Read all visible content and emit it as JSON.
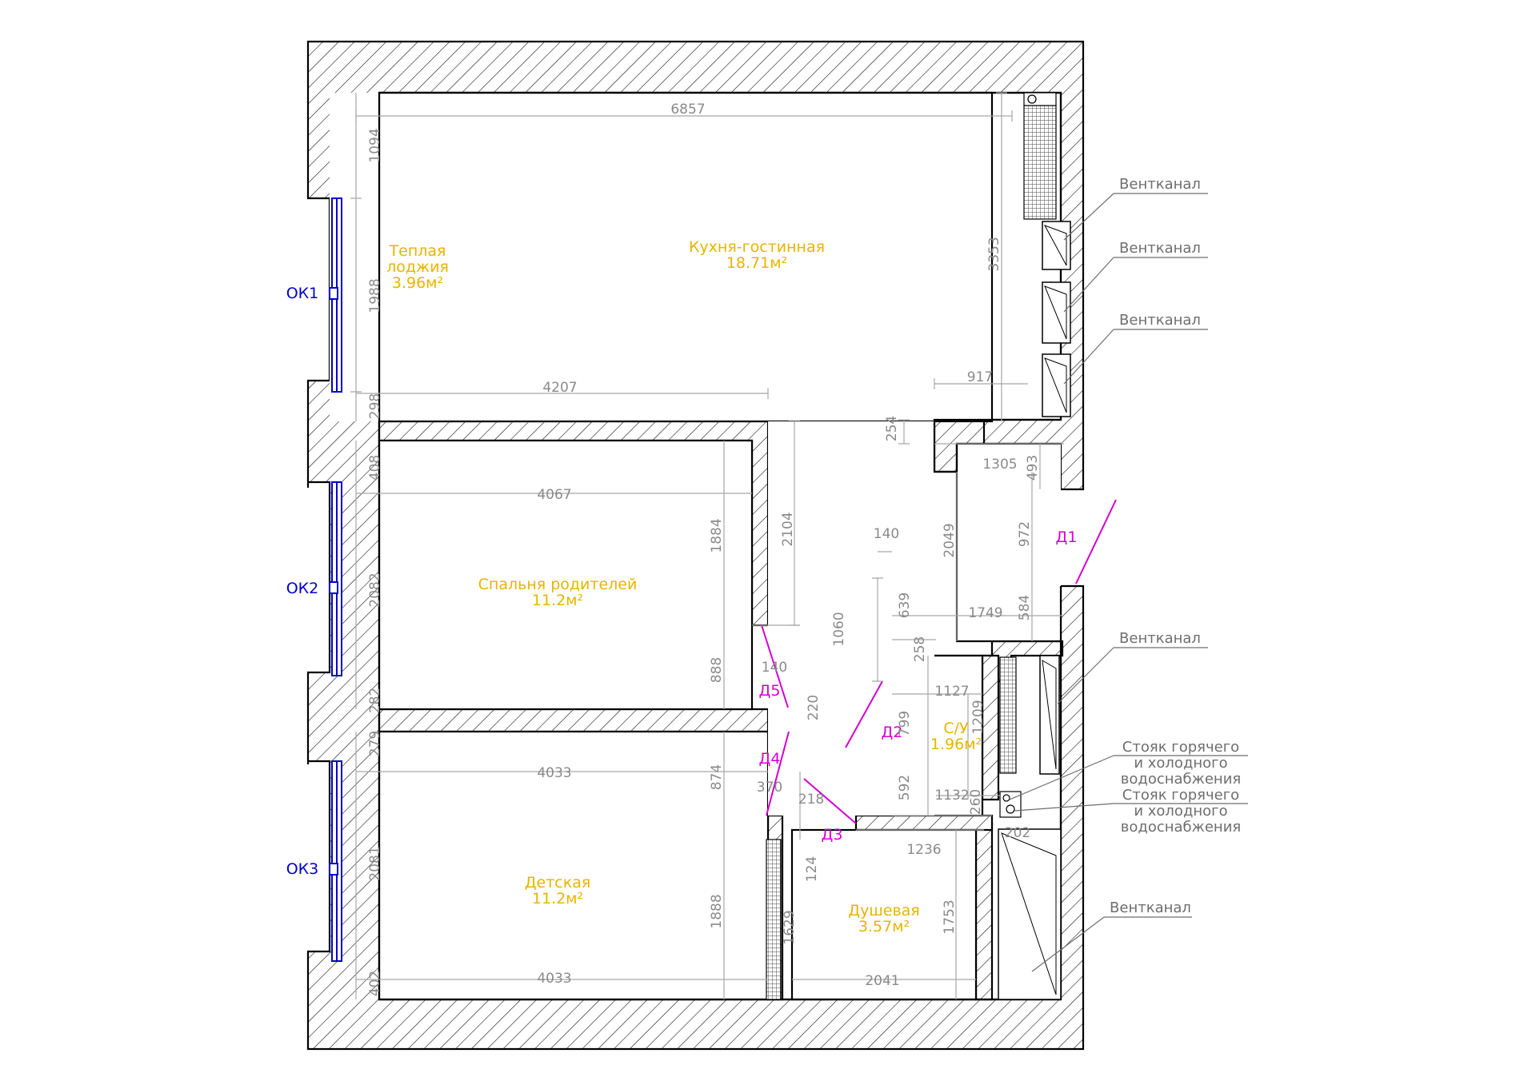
{
  "rooms": [
    {
      "name": "Теплая\nлоджия",
      "area": "3.96м²"
    },
    {
      "name": "Кухня-гостинная",
      "area": "18.71м²"
    },
    {
      "name": "Спальня родителей",
      "area": "11.2м²"
    },
    {
      "name": "Детская",
      "area": "11.2м²"
    },
    {
      "name": "С/У",
      "area": "1.96м²"
    },
    {
      "name": "Душевая",
      "area": "3.57м²"
    }
  ],
  "windows": [
    "ОК1",
    "ОК2",
    "ОК3"
  ],
  "doors": [
    "Д1",
    "Д2",
    "Д3",
    "Д4",
    "Д5"
  ],
  "callouts": {
    "vent": "Вентканал",
    "riser": "Стояк горячего\nи холодного\nводоснабжения"
  },
  "dimensions": {
    "d6857": "6857",
    "d1094": "1094",
    "d1988": "1988",
    "d298": "298",
    "d4207": "4207",
    "d3353": "3353",
    "d917": "917",
    "d254": "254",
    "d1305": "1305",
    "d493": "493",
    "d408": "408",
    "d4067": "4067",
    "d1884": "1884",
    "d2104": "2104",
    "d2082": "2082",
    "d282": "282",
    "d140a": "140",
    "d888": "888",
    "d220": "220",
    "d2049": "2049",
    "d972": "972",
    "d140b": "140",
    "d1060": "1060",
    "d639": "639",
    "d1749": "1749",
    "d584": "584",
    "d258": "258",
    "d1127": "1127",
    "d799": "799",
    "d1209": "1209",
    "d279": "279",
    "d4033a": "4033",
    "d874": "874",
    "d370": "370",
    "d218": "218",
    "d592": "592",
    "d1132": "1132",
    "d260": "260",
    "d202": "202",
    "d2081": "2081",
    "d124": "124",
    "d1236": "1236",
    "d1888": "1888",
    "d1629": "1629",
    "d1753": "1753",
    "d402": "402",
    "d4033b": "4033",
    "d2041": "2041"
  },
  "colors": {
    "room_label": "#e8b400",
    "door_label": "#d400d4",
    "window": "#0000cc",
    "dimension": "#8a8a8a",
    "wall": "#000000"
  }
}
